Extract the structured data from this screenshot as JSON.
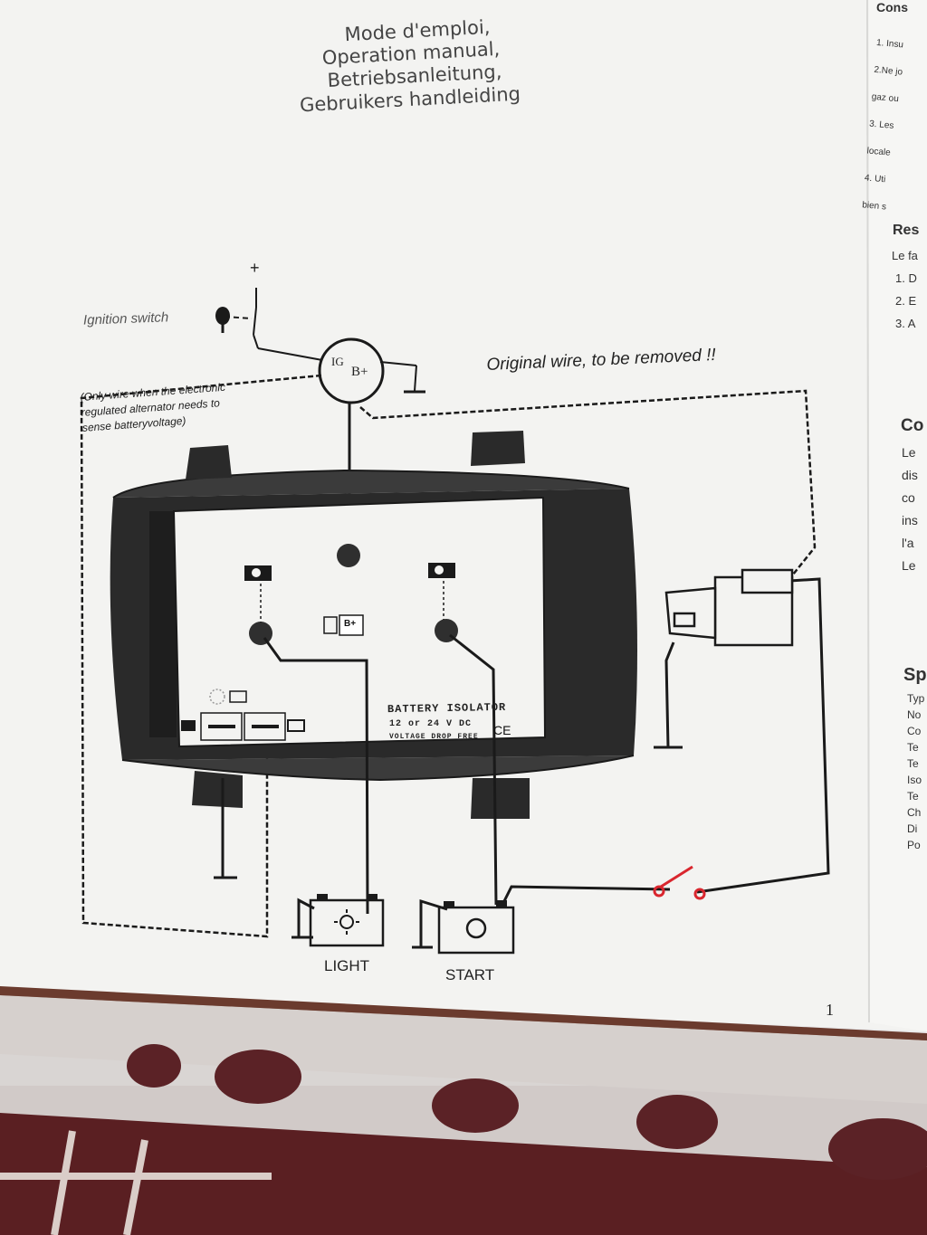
{
  "header": {
    "titles": [
      "Mode d'emploi,",
      "Operation manual,",
      "Betriebsanleitung,",
      "Gebruikers handleiding"
    ]
  },
  "right_column": {
    "section1": {
      "heading": "Cons",
      "lines": [
        "1. Insu",
        "2.Ne jo",
        "gaz ou",
        "3. Les",
        "locale",
        "4. Uti",
        "bien s"
      ]
    },
    "section2": {
      "heading": "Res",
      "lines": [
        "Le fa",
        "1. D",
        "2. E",
        "3. A"
      ]
    },
    "section3": {
      "heading": "Co",
      "lines": [
        "Le",
        "dis",
        "co",
        "ins",
        "l'a",
        "Le"
      ]
    },
    "section4": {
      "heading": "Sp",
      "lines": [
        "Typ",
        "No",
        "Co",
        "Te",
        "Te",
        "Iso",
        "Te",
        "Ch",
        "Di",
        "Po"
      ]
    }
  },
  "diagram": {
    "ignition_label": "Ignition switch",
    "plus_sign": "+",
    "alternator_ig": "IG",
    "alternator_bplus": "B+",
    "original_wire_note": "Original wire, to be removed  !!",
    "sense_note": [
      "(Only wire when the electronic",
      "regulated alternator needs to",
      "sense batteryvoltage)"
    ],
    "isolator_title": "BATTERY ISOLATOR",
    "isolator_voltage": "12 or 24 V DC",
    "isolator_sub": "VOLTAGE DROP FREE",
    "ce_mark": "CE",
    "bplus_terminal": "B+",
    "light_label": "LIGHT",
    "start_label": "START"
  },
  "footer": {
    "page_number": "1"
  },
  "colors": {
    "paper": "#f3f3f1",
    "ink": "#1a1a1a",
    "red_mark": "#d9262e",
    "binder": "#7a4a3a"
  }
}
